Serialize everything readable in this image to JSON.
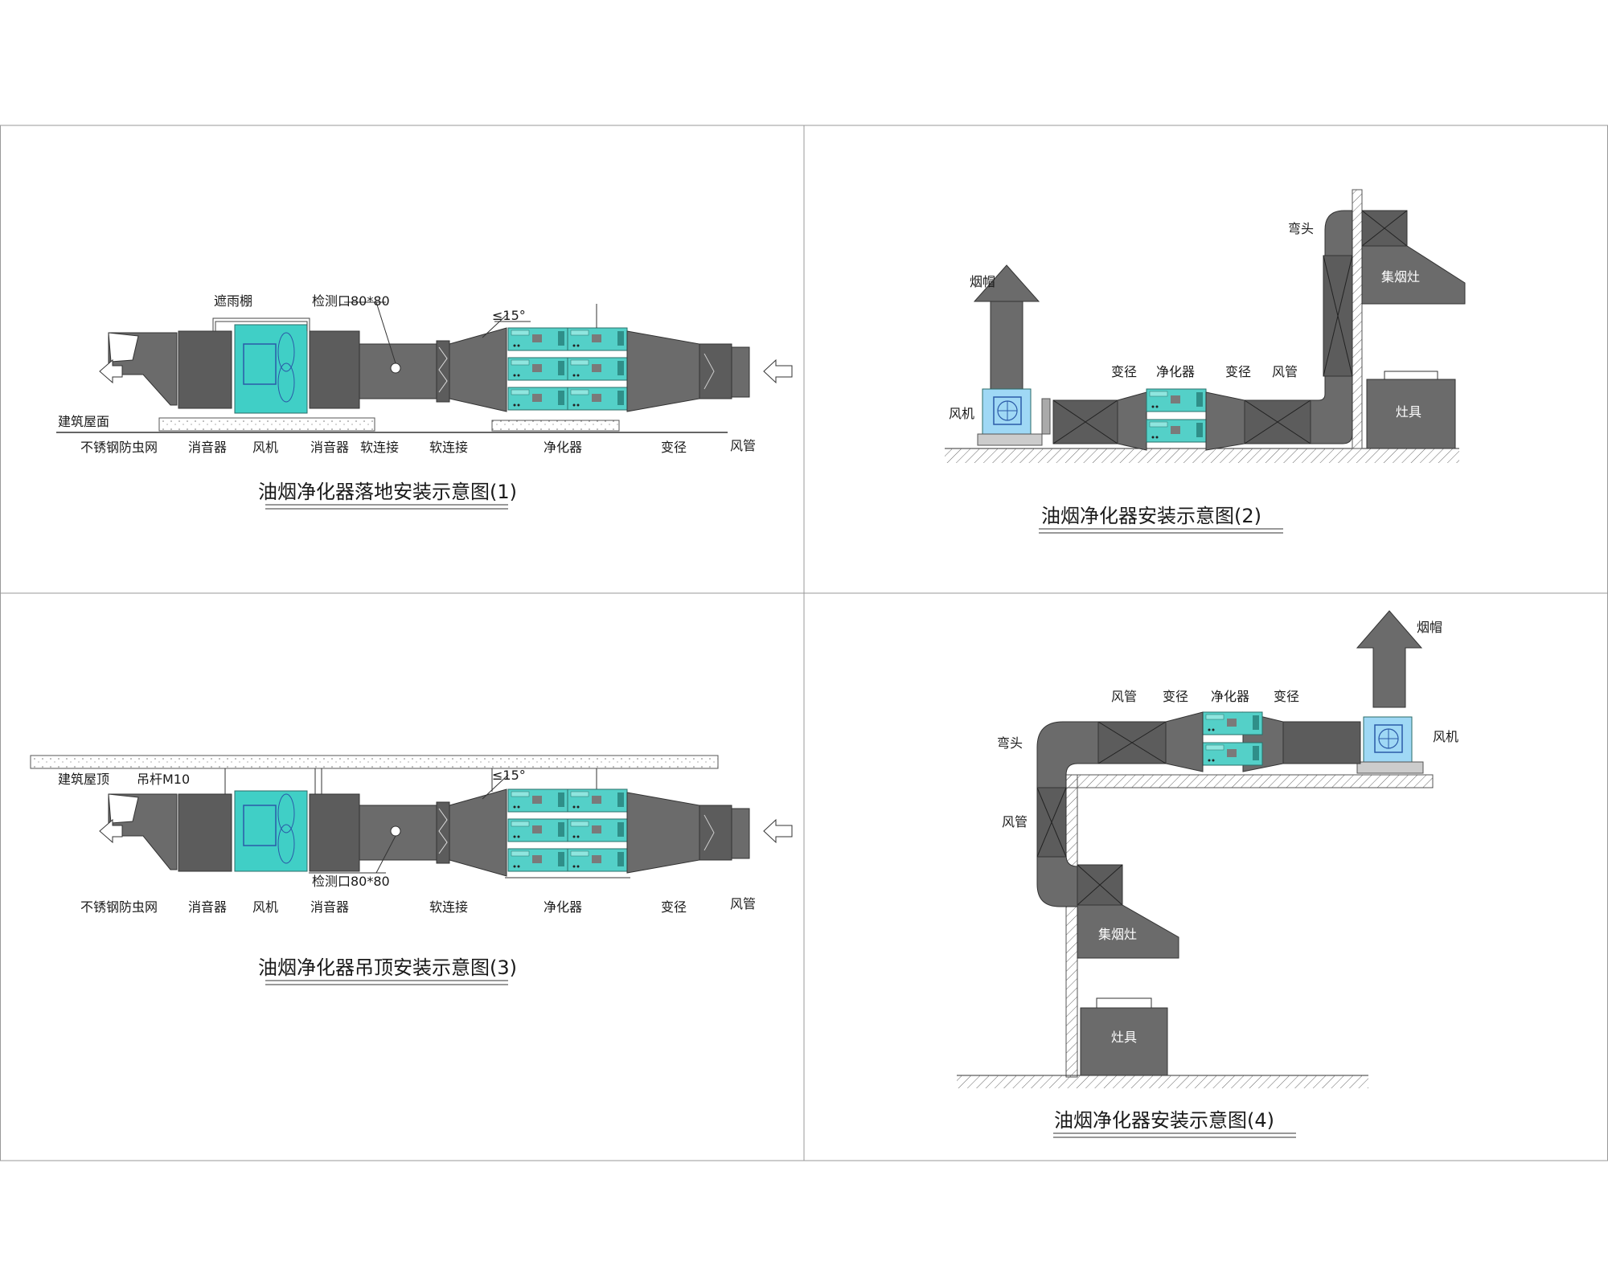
{
  "diagram1": {
    "title": "油烟净化器落地安装示意图(1)",
    "labels": {
      "rain_shelter": "遮雨棚",
      "test_port": "检测口80*80",
      "angle": "≤15°",
      "roof": "建筑屋面",
      "mesh": "不锈钢防虫网",
      "silencer_left": "消音器",
      "fan": "风机",
      "silencer_right": "消音器",
      "soft_conn_1": "软连接",
      "soft_conn_2": "软连接",
      "purifier": "净化器",
      "reducer": "变径",
      "duct": "风管"
    }
  },
  "diagram2": {
    "title": "油烟净化器安装示意图(2)",
    "labels": {
      "chimney_cap": "烟帽",
      "fan": "风机",
      "reducer_left": "变径",
      "purifier": "净化器",
      "reducer_right": "变径",
      "duct": "风管",
      "elbow": "弯头",
      "hood": "集烟灶",
      "stove": "灶具"
    }
  },
  "diagram3": {
    "title": "油烟净化器吊顶安装示意图(3)",
    "labels": {
      "ceiling": "建筑屋顶",
      "rod": "吊杆M10",
      "angle": "≤15°",
      "test_port": "检测口80*80",
      "mesh": "不锈钢防虫网",
      "silencer_left": "消音器",
      "fan": "风机",
      "silencer_right": "消音器",
      "soft_conn": "软连接",
      "purifier": "净化器",
      "reducer": "变径",
      "duct": "风管"
    }
  },
  "diagram4": {
    "title": "油烟净化器安装示意图(4)",
    "labels": {
      "chimney_cap": "烟帽",
      "duct_top": "风管",
      "reducer_left": "变径",
      "purifier": "净化器",
      "reducer_right": "变径",
      "fan": "风机",
      "elbow": "弯头",
      "duct_side": "风管",
      "hood": "集烟灶",
      "stove": "灶具"
    }
  }
}
